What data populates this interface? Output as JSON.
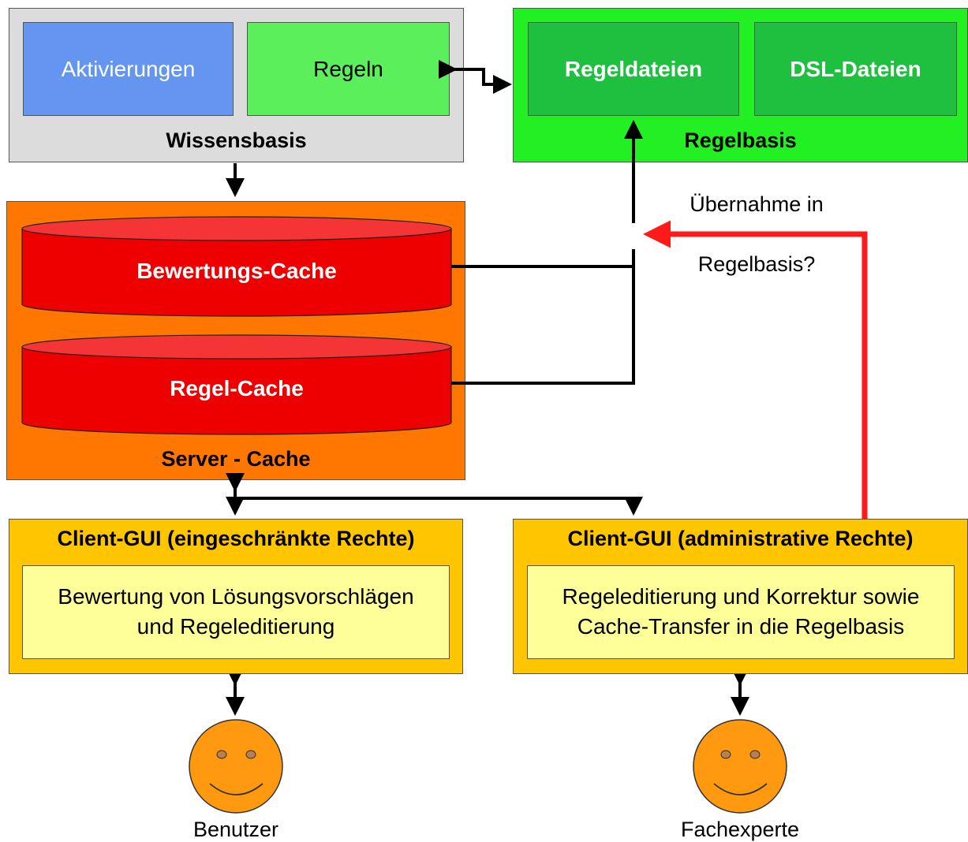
{
  "wissensbasis": {
    "title": "Wissensbasis",
    "aktivierungen": "Aktivierungen",
    "regeln": "Regeln"
  },
  "regelbasis": {
    "title": "Regelbasis",
    "regeldateien": "Regeldateien",
    "dsl_dateien": "DSL-Dateien"
  },
  "server_cache": {
    "title": "Server - Cache",
    "bewertungs_cache": "Bewertungs-Cache",
    "regel_cache": "Regel-Cache"
  },
  "transfer_question": {
    "line1": "Übernahme in",
    "line2": "Regelbasis?"
  },
  "client_restricted": {
    "title": "Client-GUI (eingeschränkte Rechte)",
    "desc_line1": "Bewertung von Lösungsvorschlägen",
    "desc_line2": "und Regeleditierung"
  },
  "client_admin": {
    "title": "Client-GUI (administrative Rechte)",
    "desc_line1": "Regeleditierung und Korrektur sowie",
    "desc_line2": "Cache-Transfer in die Regelbasis"
  },
  "actors": {
    "user": "Benutzer",
    "expert": "Fachexperte"
  },
  "colors": {
    "wissensbasis_bg": "#DCDCDC",
    "aktivierungen": "#6495F0",
    "regeln": "#5BF05B",
    "regelbasis_bg": "#22F022",
    "regelbasis_inner": "#1FBF3F",
    "server_cache_bg": "#FF7700",
    "cache_cylinder": "#EE0000",
    "client_bg": "#FFC600",
    "client_inner": "#FFFF99",
    "smiley": "#FF9A10",
    "red_arrow": "#FF1A1A"
  }
}
